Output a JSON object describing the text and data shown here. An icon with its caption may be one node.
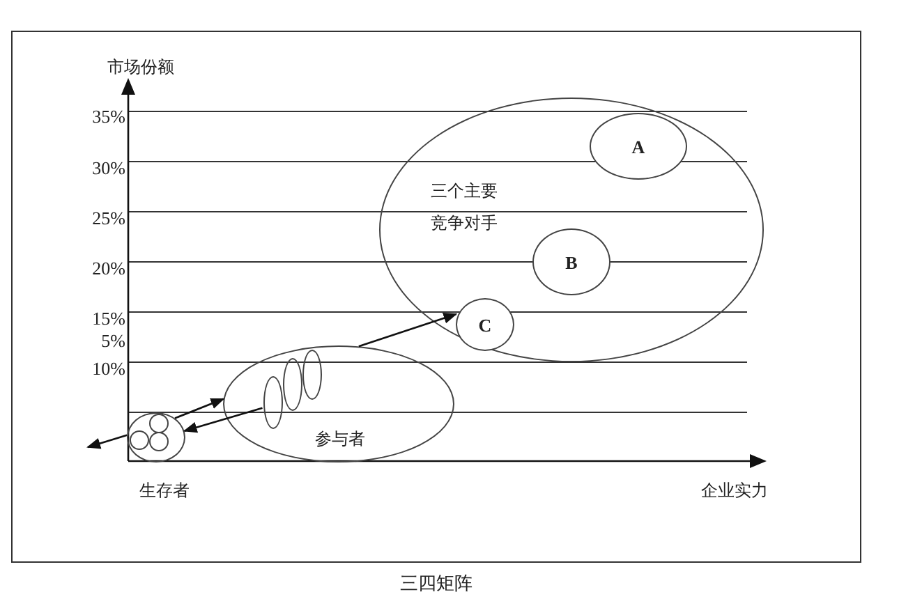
{
  "diagram": {
    "caption": "三四矩阵",
    "nodes": [
      {
        "text": [
          "三个主要竞争对手"
        ]
      },
      {
        "text": [
          "A"
        ],
        "in": 0
      },
      {
        "text": [
          "B"
        ],
        "in": 0
      },
      {
        "text": [
          "C"
        ],
        "in": 0
      },
      {
        "text": [
          "参与者"
        ]
      },
      {
        "text": [],
        "shape": "ellipse",
        "in": 4
      },
      {
        "text": [],
        "shape": "ellipse",
        "in": 4
      },
      {
        "text": [],
        "shape": "ellipse",
        "in": 4
      },
      {
        "text": [],
        "shape": "ellipse",
        "beside": [
          "生存者"
        ]
      },
      {
        "text": [],
        "shape": "circle",
        "in": 8
      },
      {
        "text": [],
        "shape": "circle",
        "in": 8
      },
      {
        "text": [],
        "shape": "circle",
        "in": 8
      }
    ],
    "edges": [
      {
        "from": 8,
        "to": 4,
        "arrow": "to"
      },
      {
        "from": 8,
        "to": null,
        "arrow": "to"
      },
      {
        "from": 5,
        "to": 8,
        "arrow": "to"
      },
      {
        "from": 4,
        "to": 3,
        "arrow": "to"
      }
    ],
    "labels": [
      "市场份额",
      "35%",
      "30%",
      "25%",
      "20%",
      "15%",
      "5%",
      "10%",
      "企业实力"
    ]
  }
}
